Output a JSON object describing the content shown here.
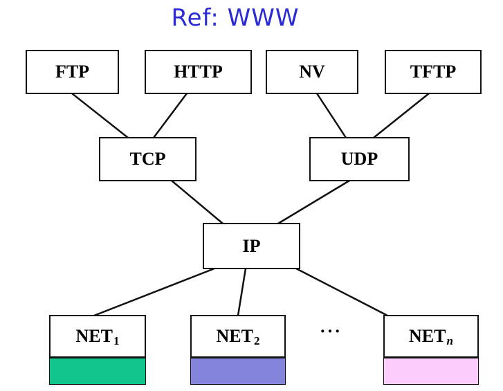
{
  "title": "Ref: WWW",
  "nodes": {
    "ftp": "FTP",
    "http": "HTTP",
    "nv": "NV",
    "tftp": "TFTP",
    "tcp": "TCP",
    "udp": "UDP",
    "ip": "IP",
    "net1": {
      "base": "NET",
      "sub": "1"
    },
    "net2": {
      "base": "NET",
      "sub": "2"
    },
    "netn": {
      "base": "NET",
      "sub": "n"
    }
  },
  "ellipsis": "···",
  "colors": {
    "title": "#2a2ad6",
    "net1_bar": "#11c68c",
    "net2_bar": "#8484dc",
    "netn_bar": "#fcccfc"
  },
  "edges": [
    [
      "ftp",
      "tcp"
    ],
    [
      "http",
      "tcp"
    ],
    [
      "nv",
      "udp"
    ],
    [
      "tftp",
      "udp"
    ],
    [
      "tcp",
      "ip"
    ],
    [
      "udp",
      "ip"
    ],
    [
      "ip",
      "net1"
    ],
    [
      "ip",
      "net2"
    ],
    [
      "ip",
      "netn"
    ]
  ]
}
